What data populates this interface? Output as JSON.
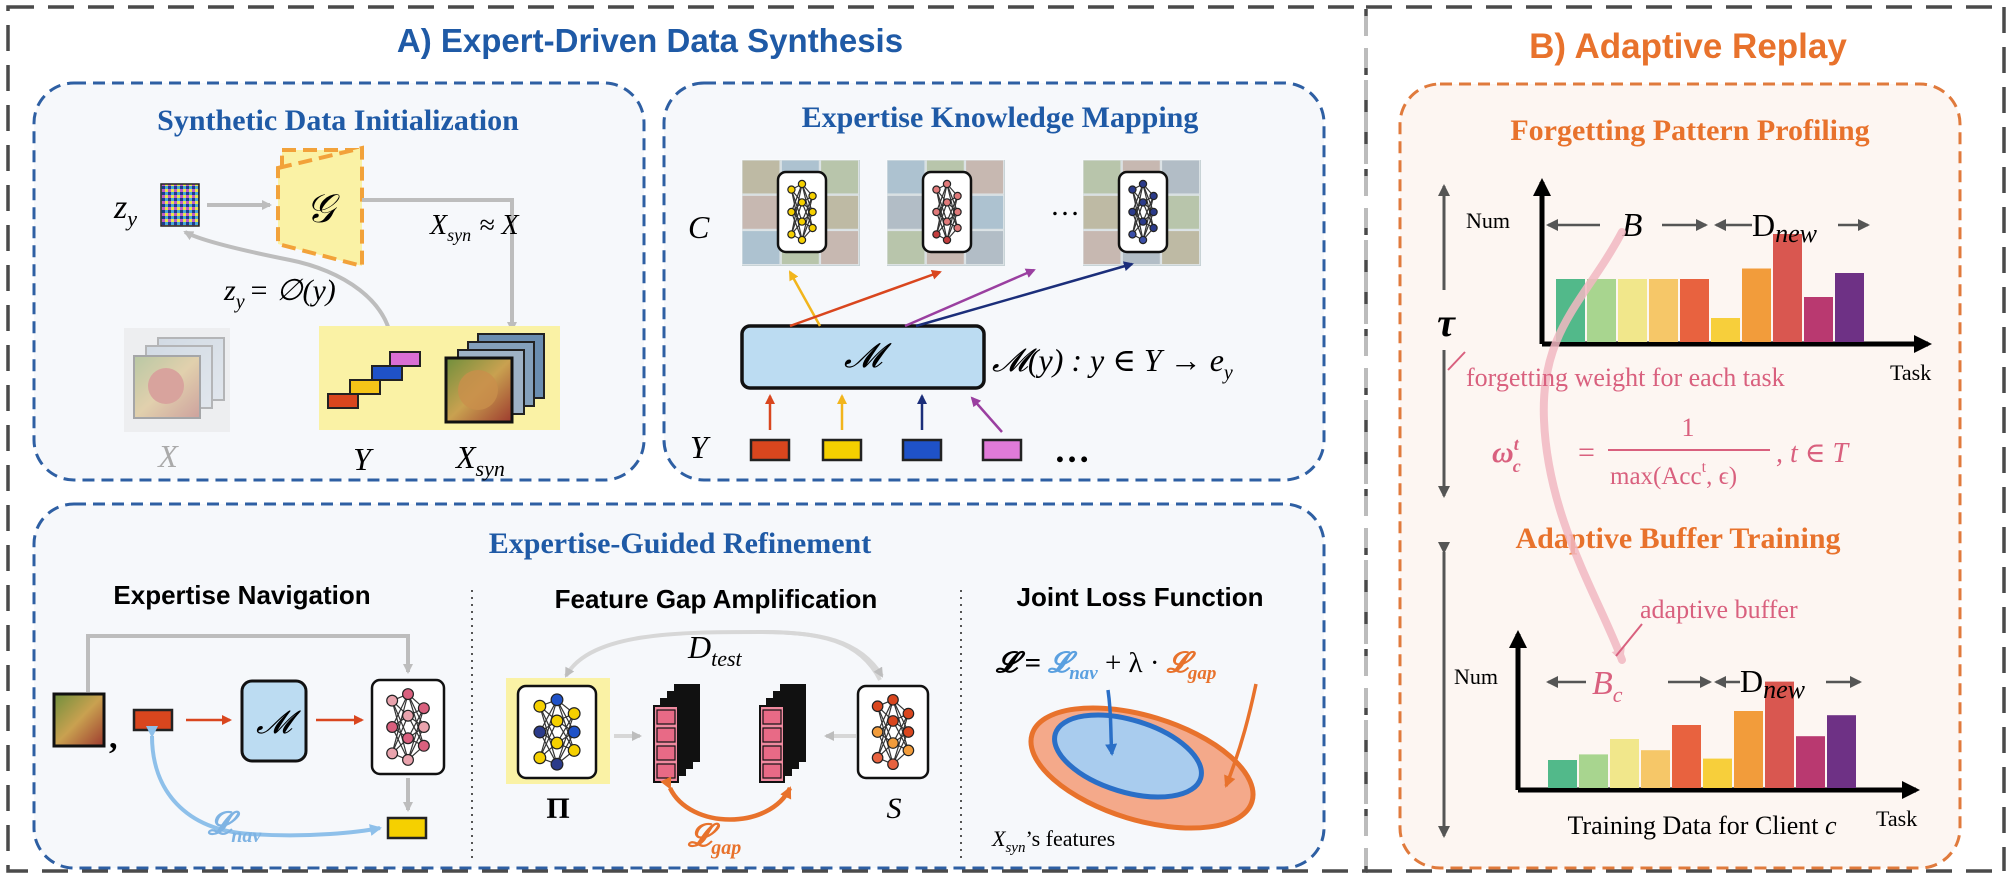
{
  "sectionA": {
    "title": "A) Expert-Driven Data Synthesis",
    "init": {
      "title": "Synthetic Data Initialization",
      "zy": "z",
      "zy_sub": "y",
      "generator": "𝒢",
      "zy_eq": "= ∅(y)",
      "xsyn_approx": "≈ X",
      "x_label": "X",
      "y_label": "Y",
      "xsyn_label": "X",
      "syn_sub": "syn"
    },
    "mapping": {
      "title": "Expertise Knowledge Mapping",
      "c_label": "C",
      "model": "𝓜",
      "formula": "𝓜(y) : y ∈ Y → e",
      "formula_sub": "y",
      "y_label": "Y",
      "dots": "…",
      "dots2": "…"
    },
    "refine": {
      "title": "Expertise-Guided Refinement",
      "nav_title": "Expertise Navigation",
      "gap_title": "Feature Gap Amplification",
      "joint_title": "Joint Loss Function",
      "nav_loss": "𝓛",
      "nav_sub": "nav",
      "model": "𝓜",
      "comma": ",",
      "dtest": "D",
      "dtest_sub": "test",
      "pi_label": "Π",
      "s_label": "S",
      "gap_loss": "𝓛",
      "gap_sub": "gap",
      "joint_l": "𝓛 =",
      "joint_nav": "𝓛",
      "joint_plus": "+ λ ·",
      "joint_gap": "𝓛",
      "features_prefix": "X",
      "features_suffix": "’s features"
    }
  },
  "sectionB": {
    "title": "B) Adaptive Replay",
    "profiling_title": "Forgetting Pattern Profiling",
    "buffer_title": "Adaptive Buffer Training",
    "tau": "τ",
    "num": "Num",
    "task": "Task",
    "b_label": "B",
    "d_new": "D",
    "new_sub": "new",
    "forget_weight": "forgetting weight for each task",
    "omega": "ω",
    "omega_sup": "t",
    "omega_sub": "c",
    "omega_eq": "=",
    "frac_num": "1",
    "frac_den": "max(Acc",
    "frac_den_sup": "t",
    "frac_den_end": ", ϵ)",
    "t_in_T": ", t ∈ T",
    "adaptive_buffer": "adaptive buffer",
    "bc": "B",
    "bc_sub": "c",
    "training_data": "Training Data for Client",
    "client": "c"
  },
  "colors": {
    "blue_title": "#1f5aa6",
    "orange_title": "#e8722c",
    "panel_fill": "#f6f8fb",
    "pink": "#d9607e"
  },
  "chart_top": [
    {
      "value": 0.42,
      "color": "#52b98a"
    },
    {
      "value": 0.42,
      "color": "#a8d58f"
    },
    {
      "value": 0.42,
      "color": "#f1e78b"
    },
    {
      "value": 0.42,
      "color": "#f6c768"
    },
    {
      "value": 0.42,
      "color": "#e8623f"
    },
    {
      "value": 0.16,
      "color": "#f7cf3b"
    },
    {
      "value": 0.49,
      "color": "#f29c3b"
    },
    {
      "value": 0.72,
      "color": "#d95750"
    },
    {
      "value": 0.3,
      "color": "#b93970"
    },
    {
      "value": 0.46,
      "color": "#6e3185"
    }
  ],
  "chart_bottom": [
    {
      "value": 0.2,
      "color": "#52b98a"
    },
    {
      "value": 0.24,
      "color": "#a8d58f"
    },
    {
      "value": 0.35,
      "color": "#f1e78b"
    },
    {
      "value": 0.27,
      "color": "#f6c768"
    },
    {
      "value": 0.45,
      "color": "#e8623f"
    },
    {
      "value": 0.21,
      "color": "#f7cf3b"
    },
    {
      "value": 0.55,
      "color": "#f29c3b"
    },
    {
      "value": 0.76,
      "color": "#d95750"
    },
    {
      "value": 0.37,
      "color": "#b93970"
    },
    {
      "value": 0.52,
      "color": "#6e3185"
    }
  ]
}
